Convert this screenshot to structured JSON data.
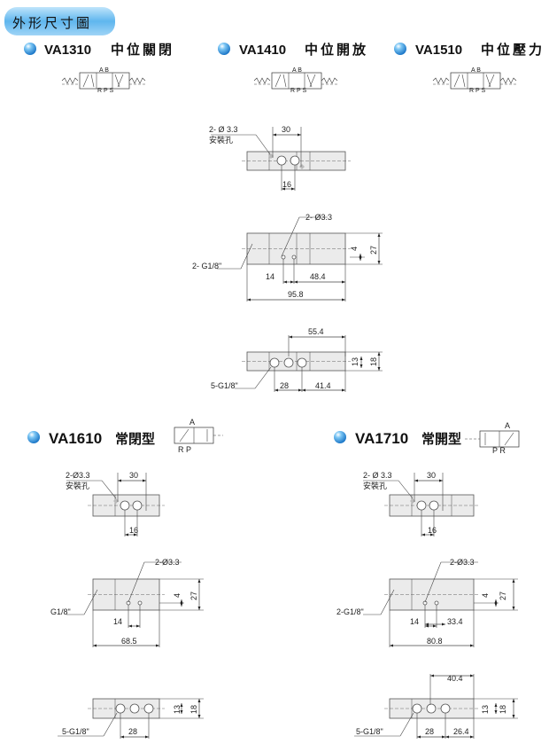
{
  "header": {
    "title": "外形尺寸圖"
  },
  "colors": {
    "accent": "#4aa8e8",
    "block_fill": "#ebebeb",
    "line": "#555555"
  },
  "models": [
    {
      "code": "VA1310",
      "desc": "中位關閉",
      "ports_top": "A B",
      "ports_bottom": "R P S"
    },
    {
      "code": "VA1410",
      "desc": "中位開放",
      "ports_top": "A B",
      "ports_bottom": "R P S"
    },
    {
      "code": "VA1510",
      "desc": "中位壓力",
      "ports_top": "A B",
      "ports_bottom": "R P S"
    },
    {
      "code": "VA1610",
      "desc": "常閉型",
      "ports_top": "A",
      "ports_bottom": "R P"
    },
    {
      "code": "VA1710",
      "desc": "常開型",
      "ports_top": "A",
      "ports_bottom": "P R"
    }
  ],
  "drawings": {
    "center": {
      "hole": "2- Ø 3.3",
      "hole_note": "安裝孔",
      "d30": "30",
      "d16": "16",
      "hole2": "2- Ø3.3",
      "port": "2- G1/8\"",
      "d14": "14",
      "d48": "48.4",
      "d95": "95.8",
      "d4": "4",
      "d27": "27",
      "d55": "55.4",
      "d13": "13",
      "d18": "18",
      "port5": "5-G1/8\"",
      "d28": "28",
      "d41": "41.4"
    },
    "left": {
      "hole": "2-Ø3.3",
      "hole_note": "安裝孔",
      "d30": "30",
      "d16": "16",
      "hole2": "2-Ø3.3",
      "port": "G1/8\"",
      "d14": "14",
      "d68": "68.5",
      "d4": "4",
      "d27": "27",
      "d13": "13",
      "d18": "18",
      "port5": "5-G1/8\"",
      "d28": "28"
    },
    "right": {
      "hole": "2- Ø 3.3",
      "hole_note": "安裝孔",
      "d30": "30",
      "d16": "16",
      "hole2": "2-Ø3.3",
      "port": "2-G1/8\"",
      "d14": "14",
      "d33": "33.4",
      "d80": "80.8",
      "d4": "4",
      "d27": "27",
      "d40": "40.4",
      "d13": "13",
      "d18": "18",
      "port5": "5-G1/8\"",
      "d28": "28",
      "d26": "26.4"
    }
  }
}
